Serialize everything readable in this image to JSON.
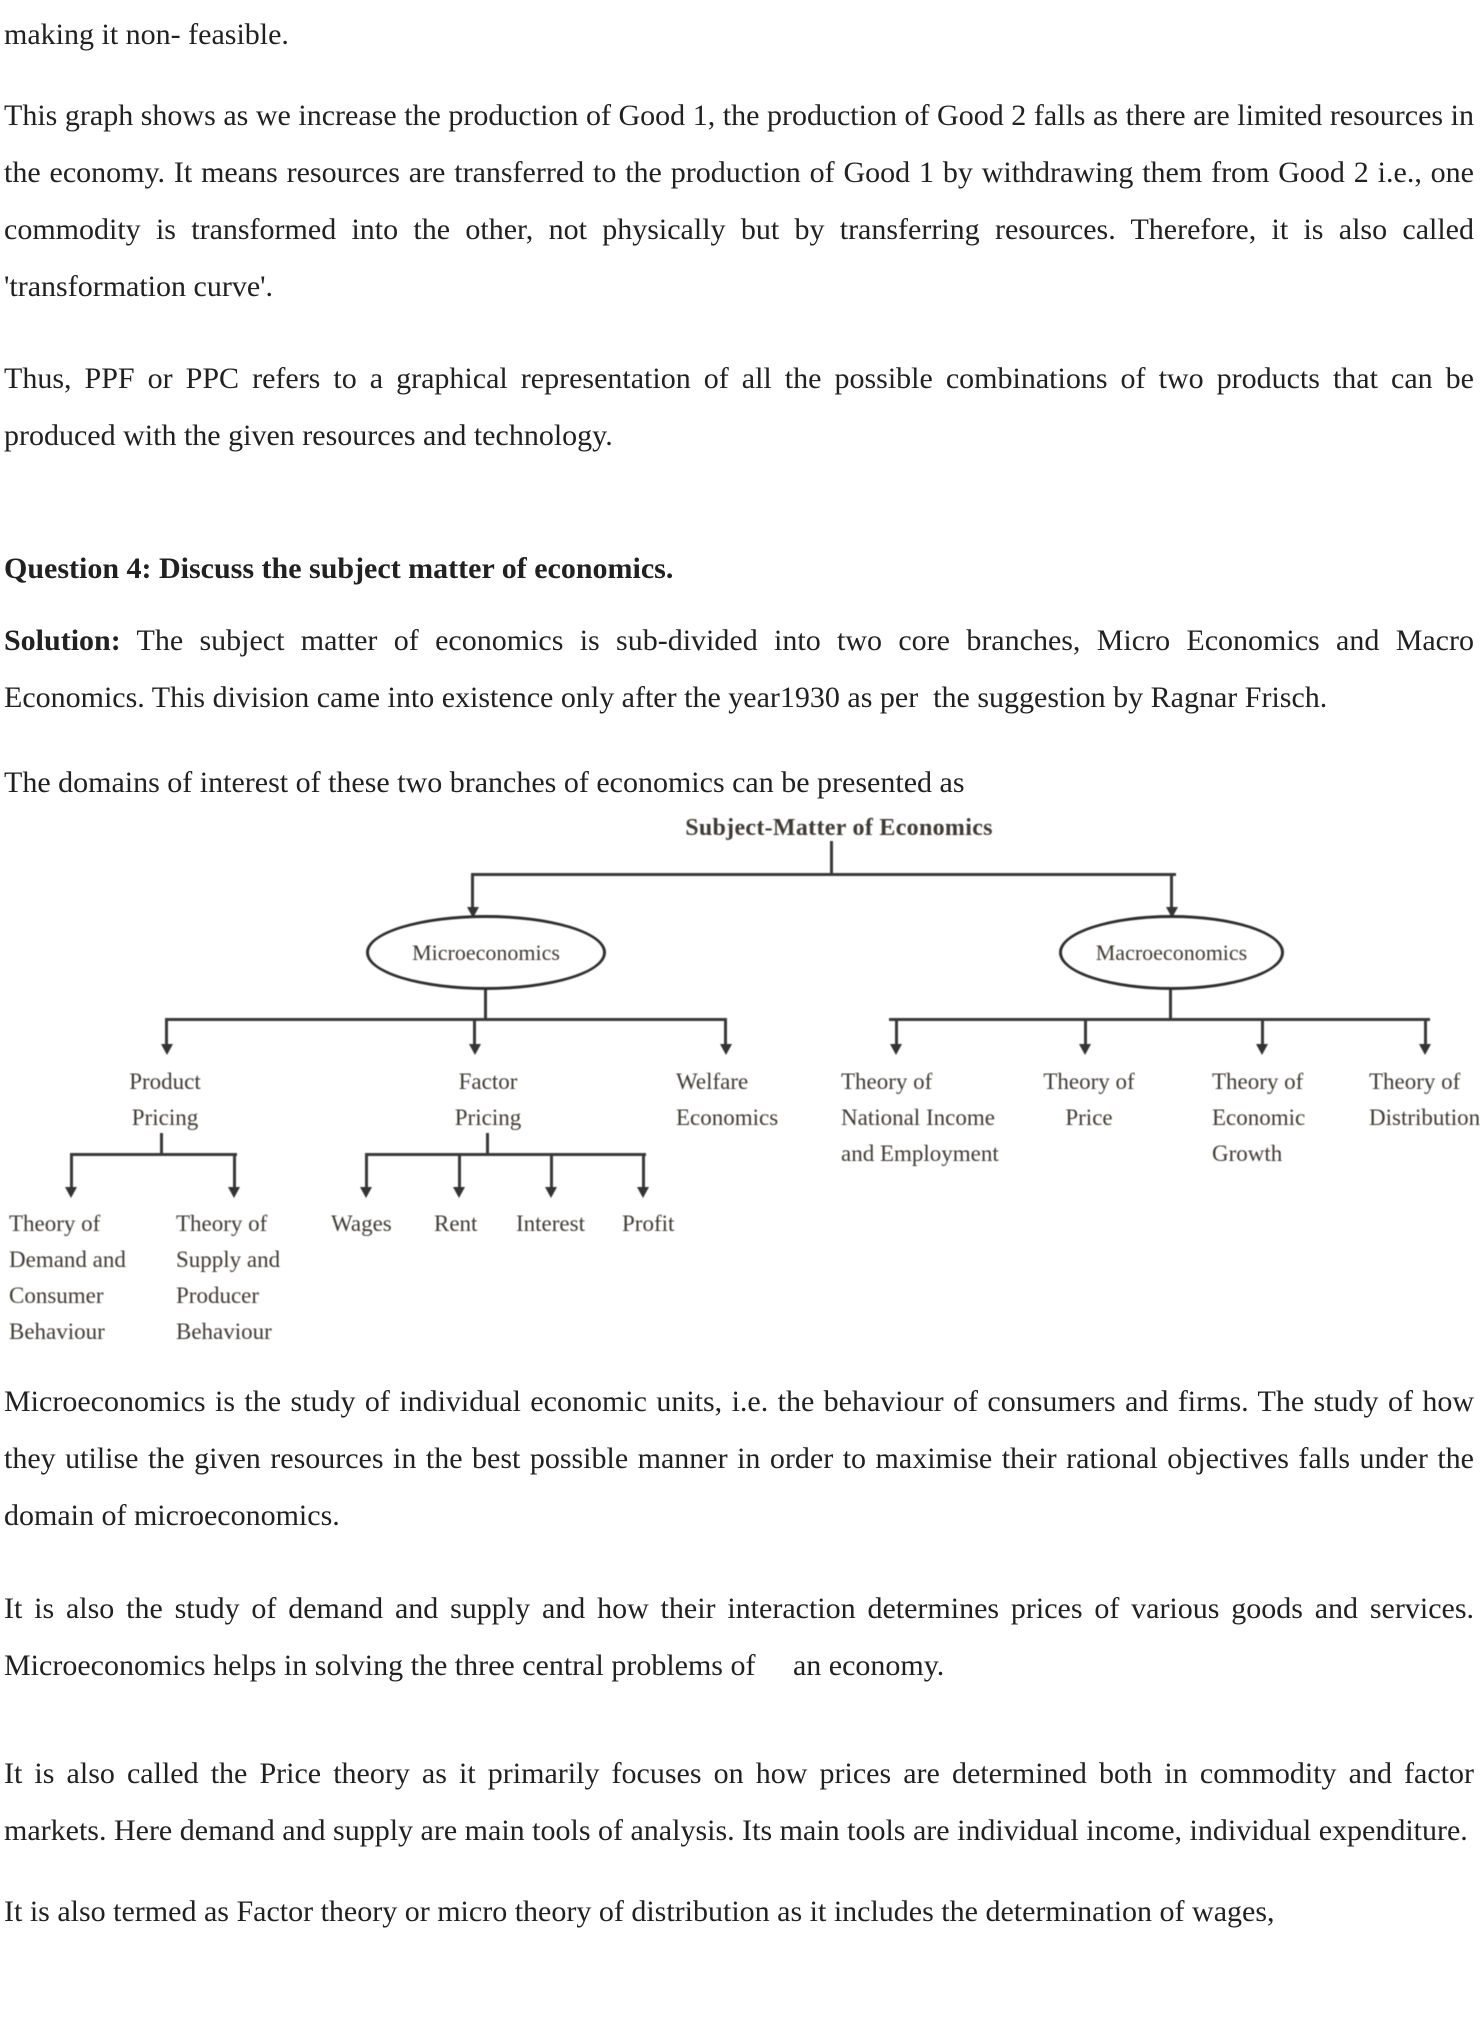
{
  "colors": {
    "page_bg": "#ffffff",
    "body_text": "#212121",
    "diagram_ink": "#3a3a3a"
  },
  "paragraphs": {
    "p1": "making it non- feasible.",
    "p2": "This graph shows as we increase the production of Good 1, the production of Good 2 falls as there are limited resources in the economy. It means resources are transferred to the production of Good 1 by withdrawing them from Good 2 i.e., one commodity is transformed into the other, not physically but by transferring resources. Therefore, it is also called 'transformation curve'.",
    "p3": "Thus, PPF or PPC refers to a graphical representation of all the possible combinations of two products that can be produced with the given resources and technology.",
    "question_heading": "Question 4: Discuss the subject matter of economics.",
    "solution_label": "Solution:",
    "solution_body": " The subject matter of economics is sub-divided into two core branches, Micro Economics and Macro Economics. This division came into existence only after the year1930 as per  the suggestion by Ragnar Frisch.",
    "p5": "The domains of interest of these two branches of economics can be presented as",
    "p6": "Microeconomics is the study of individual economic units, i.e. the behaviour of consumers and firms. The study of how they utilise the given resources in the best possible manner in order to maximise their rational objectives falls under the domain of microeconomics.",
    "p7": "It is also the study of demand and supply and how their interaction determines prices of various goods and services. Microeconomics helps in solving the three central problems of     an economy.",
    "p8": "It is also called the Price theory as it primarily focuses on how prices are determined both in commodity and factor markets. Here demand and supply are main tools of analysis. Its main tools are individual income, individual expenditure.",
    "p9": "It is also termed as Factor theory or micro theory of distribution as it includes the determination of wages,"
  },
  "diagram": {
    "title": "Subject-Matter of Economics",
    "micro_label": "Microeconomics",
    "macro_label": "Macroeconomics",
    "micro_children": {
      "product_pricing": "Product\nPricing",
      "factor_pricing": "Factor\nPricing",
      "welfare_economics": "Welfare\nEconomics"
    },
    "product_pricing_children": {
      "theory_demand": "Theory of\nDemand and\nConsumer\nBehaviour",
      "theory_supply": "Theory of\nSupply and\nProducer\nBehaviour"
    },
    "factor_pricing_children": {
      "wages": "Wages",
      "rent": "Rent",
      "interest": "Interest",
      "profit": "Profit"
    },
    "macro_children": {
      "theory_national_income": "Theory of\nNational Income\nand Employment",
      "theory_price": "Theory of\nPrice",
      "theory_economic_growth": "Theory of\nEconomic\nGrowth",
      "theory_distribution": "Theory of\nDistribution"
    }
  }
}
